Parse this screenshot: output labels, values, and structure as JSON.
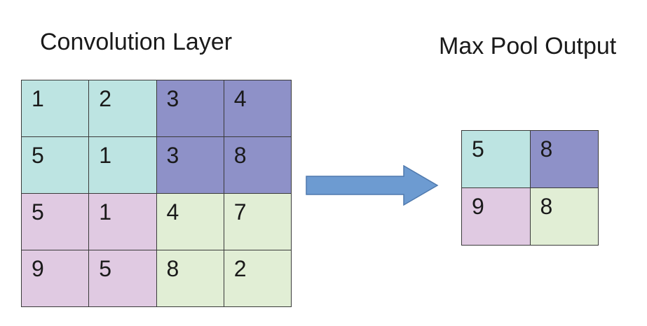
{
  "titles": {
    "convolution": "Convolution Layer",
    "pool": "Max Pool Output"
  },
  "colors": {
    "teal": "#bde4e2",
    "purple": "#8e91c8",
    "pink": "#e0cae2",
    "green": "#e1eed5",
    "arrow": "#6d9bd1",
    "arrow_edge": "#4f79ad"
  },
  "convolution_grid": [
    [
      {
        "value": "1",
        "color": "teal"
      },
      {
        "value": "2",
        "color": "teal"
      },
      {
        "value": "3",
        "color": "purple"
      },
      {
        "value": "4",
        "color": "purple"
      }
    ],
    [
      {
        "value": "5",
        "color": "teal"
      },
      {
        "value": "1",
        "color": "teal"
      },
      {
        "value": "3",
        "color": "purple"
      },
      {
        "value": "8",
        "color": "purple"
      }
    ],
    [
      {
        "value": "5",
        "color": "pink"
      },
      {
        "value": "1",
        "color": "pink"
      },
      {
        "value": "4",
        "color": "green"
      },
      {
        "value": "7",
        "color": "green"
      }
    ],
    [
      {
        "value": "9",
        "color": "pink"
      },
      {
        "value": "5",
        "color": "pink"
      },
      {
        "value": "8",
        "color": "green"
      },
      {
        "value": "2",
        "color": "green"
      }
    ]
  ],
  "pool_grid": [
    [
      {
        "value": "5",
        "color": "teal"
      },
      {
        "value": "8",
        "color": "purple"
      }
    ],
    [
      {
        "value": "9",
        "color": "pink"
      },
      {
        "value": "8",
        "color": "green"
      }
    ]
  ],
  "arrow_icon": "right-arrow-icon"
}
